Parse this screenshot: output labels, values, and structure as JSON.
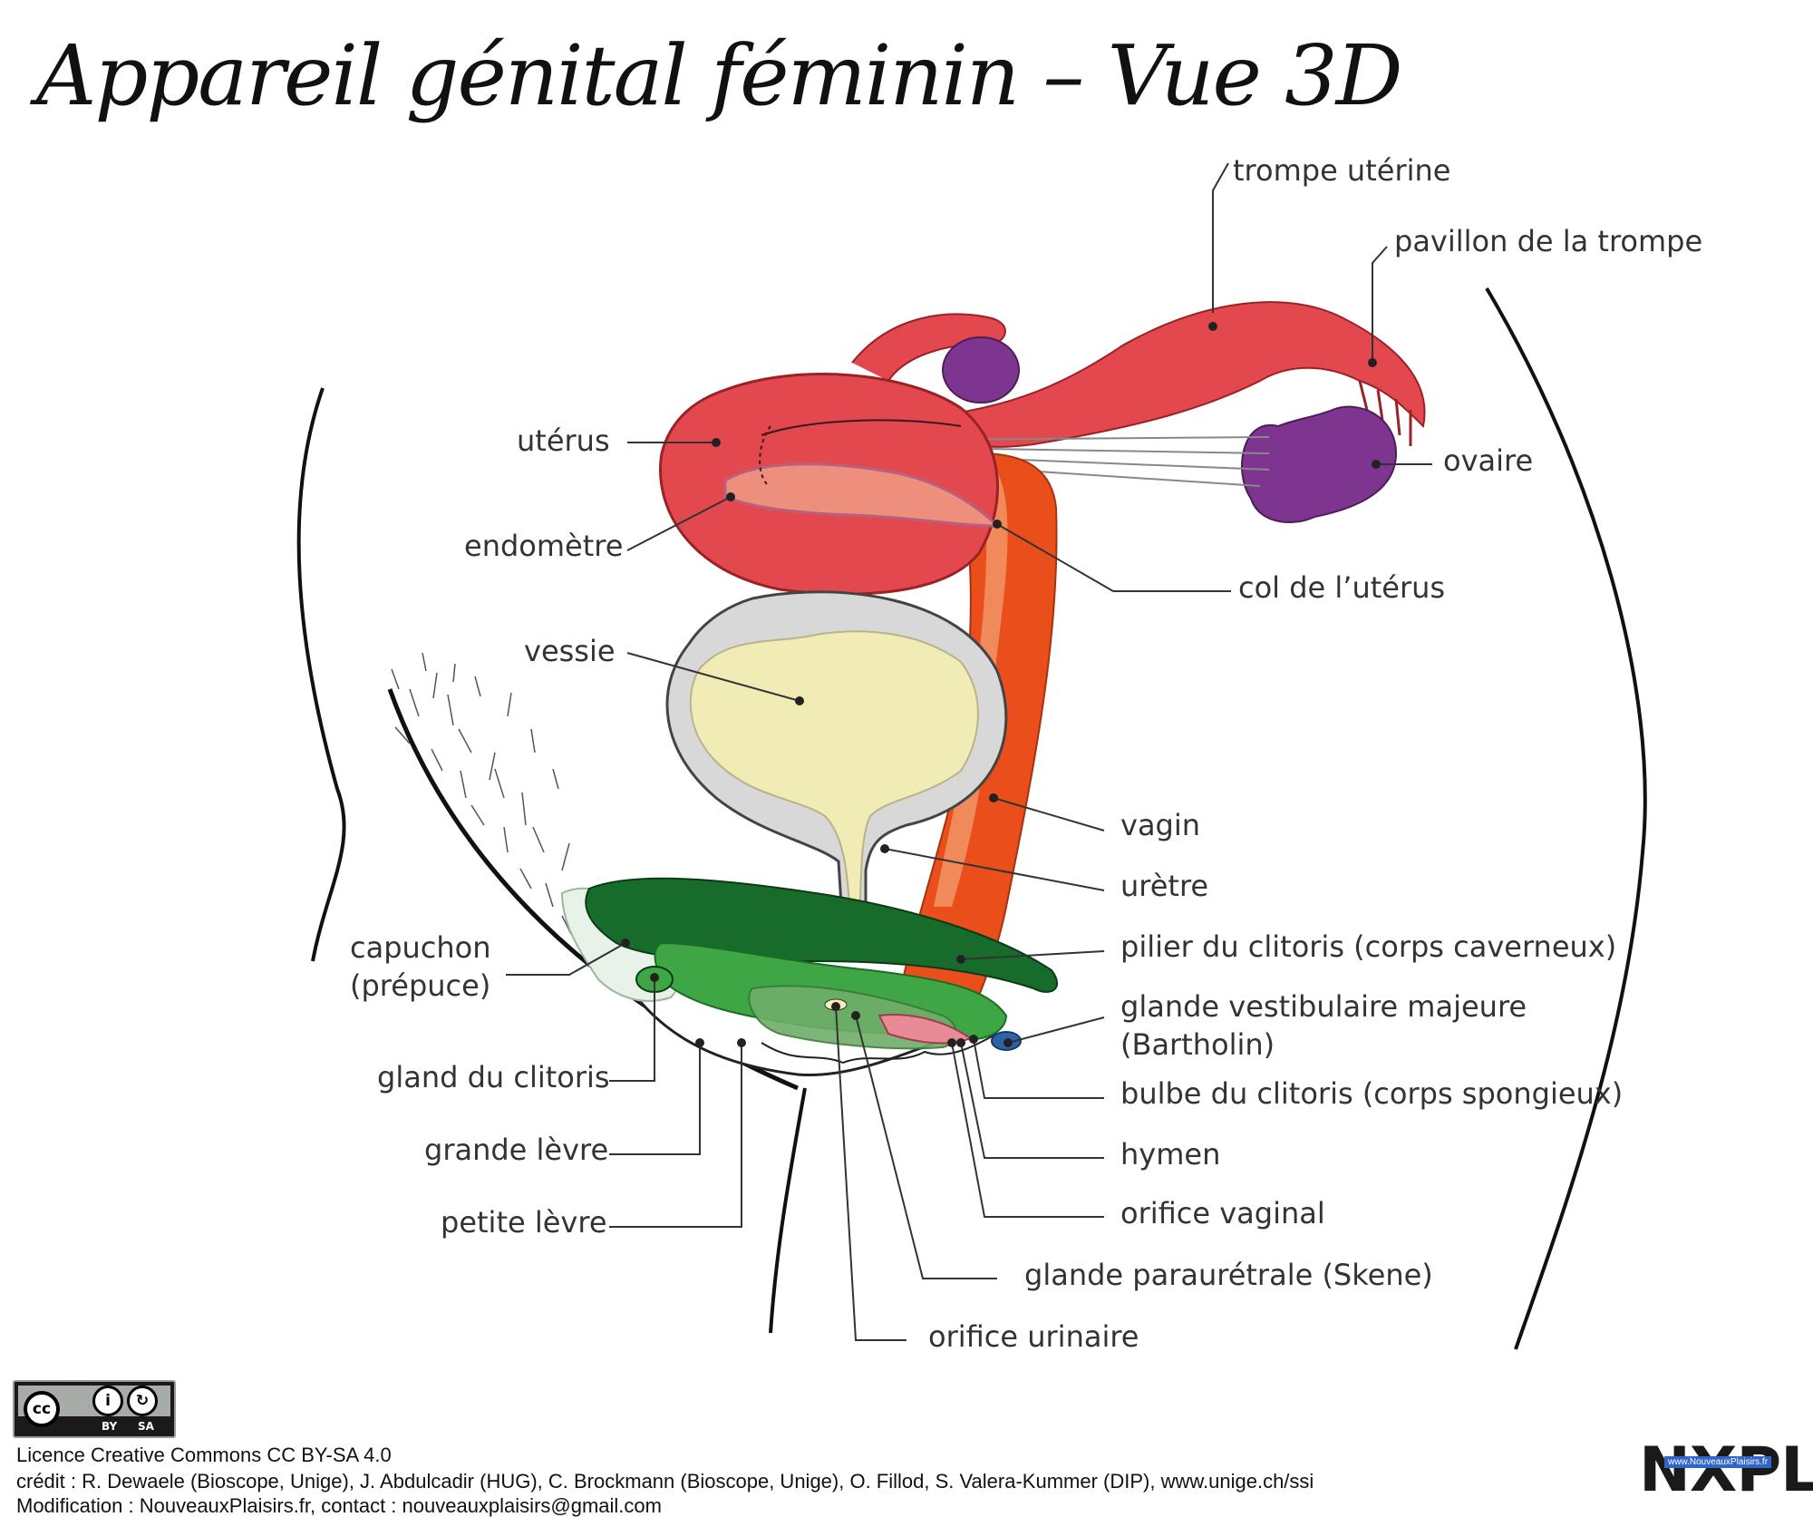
{
  "title": "Appareil génital féminin – Vue 3D",
  "labels": {
    "trompe": "trompe utérine",
    "pavillon": "pavillon de la trompe",
    "uterus": "utérus",
    "ovaire": "ovaire",
    "endometre": "endomètre",
    "col": "col de l’utérus",
    "vessie": "vessie",
    "vagin": "vagin",
    "uretre": "urètre",
    "pilier": "pilier du clitoris (corps caverneux)",
    "capuchon_1": "capuchon",
    "capuchon_2": "(prépuce)",
    "glande_vest_1": "glande vestibulaire majeure",
    "glande_vest_2": "(Bartholin)",
    "gland": "gland du clitoris",
    "bulbe": "bulbe du clitoris (corps spongieux)",
    "grande_levre": "grande lèvre",
    "hymen": "hymen",
    "petite_levre": "petite lèvre",
    "orifice_vaginal": "orifice vaginal",
    "glande_skene": "glande paraurétrale (Skene)",
    "orifice_urinaire": "orifice urinaire"
  },
  "license": {
    "badge_by": "BY",
    "badge_sa": "SA",
    "cc": "cc",
    "line1": "Licence Creative Commons CC BY-SA 4.0",
    "line2": "crédit : R. Dewaele (Bioscope, Unige), J. Abdulcadir (HUG), C. Brockmann (Bioscope, Unige), O. Fillod, S. Valera-Kummer (DIP), www.unige.ch/ssi",
    "line3": "Modification : NouveauxPlaisirs.fr, contact : nouveauxplaisirs@gmail.com"
  },
  "logo": {
    "text": "NXPL",
    "url": "www.NouveauxPlaisirs.fr"
  },
  "colors": {
    "uterus": "#e2484e",
    "endometre": "#ee8f7d",
    "ovaire": "#7e3590",
    "vessie_wall": "#d8d8d8",
    "vessie_fill": "#f1ecb6",
    "vagin_outer": "#e94e1b",
    "vagin_inner": "#f08a5a",
    "clitoris_dark": "#176b2b",
    "clitoris_light": "#3fa645",
    "bartholin": "#2d62a6",
    "leader": "#333333"
  }
}
